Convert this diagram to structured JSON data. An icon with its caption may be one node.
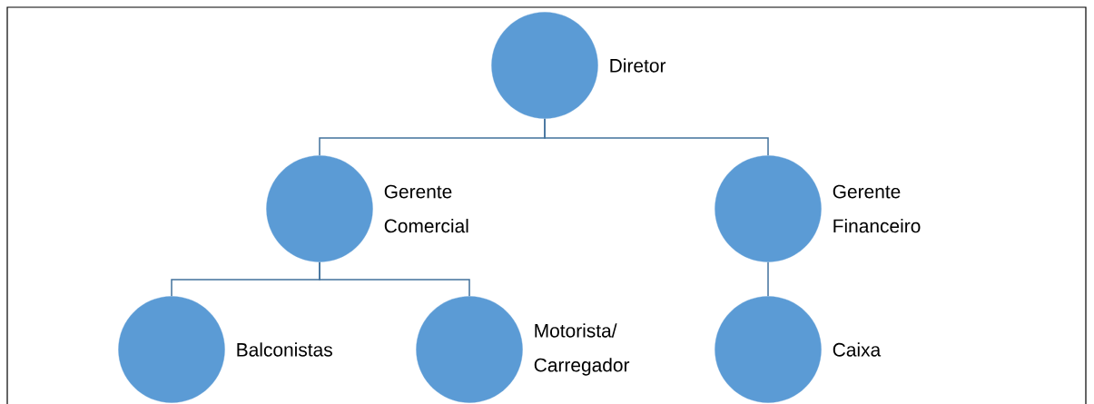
{
  "diagram": {
    "nodes": [
      {
        "text": [
          "Diretor"
        ]
      },
      {
        "text": [
          "Gerente Comercial"
        ]
      },
      {
        "text": [
          "Gerente Financeiro"
        ]
      },
      {
        "text": [
          "Balconistas"
        ]
      },
      {
        "text": [
          "Motorista/ Carregador"
        ]
      },
      {
        "text": [
          "Caixa"
        ]
      }
    ],
    "edges": [
      {
        "from": 0,
        "to": 1,
        "arrow": "none"
      },
      {
        "from": 0,
        "to": 2,
        "arrow": "none"
      },
      {
        "from": 1,
        "to": 3,
        "arrow": "none"
      },
      {
        "from": 1,
        "to": 4,
        "arrow": "none"
      },
      {
        "from": 2,
        "to": 5,
        "arrow": "none"
      }
    ]
  }
}
